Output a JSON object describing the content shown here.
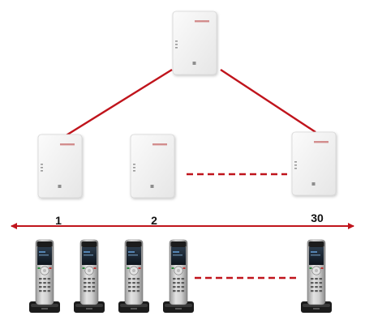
{
  "diagram": {
    "accent_color": "#c0141c",
    "station_color": "#f4f4f4",
    "handset_color": "#c8c8c8",
    "root_station": {
      "icon": "dect-base-station-icon"
    },
    "stations": [
      {
        "label": "1",
        "icon": "dect-base-station-icon"
      },
      {
        "label": "2",
        "icon": "dect-base-station-icon"
      },
      {
        "label": "30",
        "icon": "dect-base-station-icon"
      }
    ],
    "handsets": [
      {
        "icon": "dect-handset-icon"
      },
      {
        "icon": "dect-handset-icon"
      },
      {
        "icon": "dect-handset-icon"
      },
      {
        "icon": "dect-handset-icon"
      },
      {
        "icon": "dect-handset-icon"
      }
    ]
  }
}
